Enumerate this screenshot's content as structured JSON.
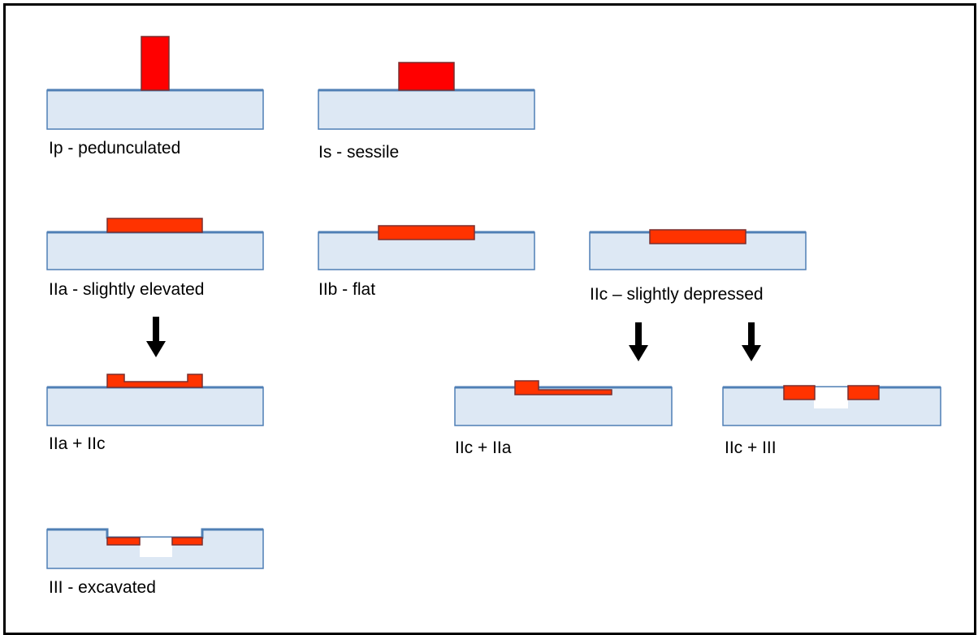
{
  "colors": {
    "tissue_fill": "#dde8f4",
    "tissue_stroke": "#4f7fb5",
    "surface_line": "#4f7fb5",
    "lesion_bright": "#ff0000",
    "lesion_orange": "#ff3300",
    "lesion_stroke": "#7a2f2f",
    "arrow": "#000000",
    "background": "#ffffff"
  },
  "panels": [
    {
      "id": "ip",
      "label": "Ip - pedunculated"
    },
    {
      "id": "is",
      "label": "Is - sessile"
    },
    {
      "id": "iia",
      "label": "IIa  - slightly elevated"
    },
    {
      "id": "iib",
      "label": "IIb - flat"
    },
    {
      "id": "iic",
      "label": "IIc – slightly depressed"
    },
    {
      "id": "iia_iic",
      "label": "IIa + IIc"
    },
    {
      "id": "iic_iia",
      "label": "IIc + IIa"
    },
    {
      "id": "iic_iii",
      "label": "IIc + III"
    },
    {
      "id": "iii",
      "label": "III - excavated"
    }
  ],
  "arrows": [
    {
      "id": "arrow-iia-down",
      "icon": "down-arrow-icon"
    },
    {
      "id": "arrow-iic-left-down",
      "icon": "down-arrow-icon"
    },
    {
      "id": "arrow-iic-right-down",
      "icon": "down-arrow-icon"
    }
  ]
}
